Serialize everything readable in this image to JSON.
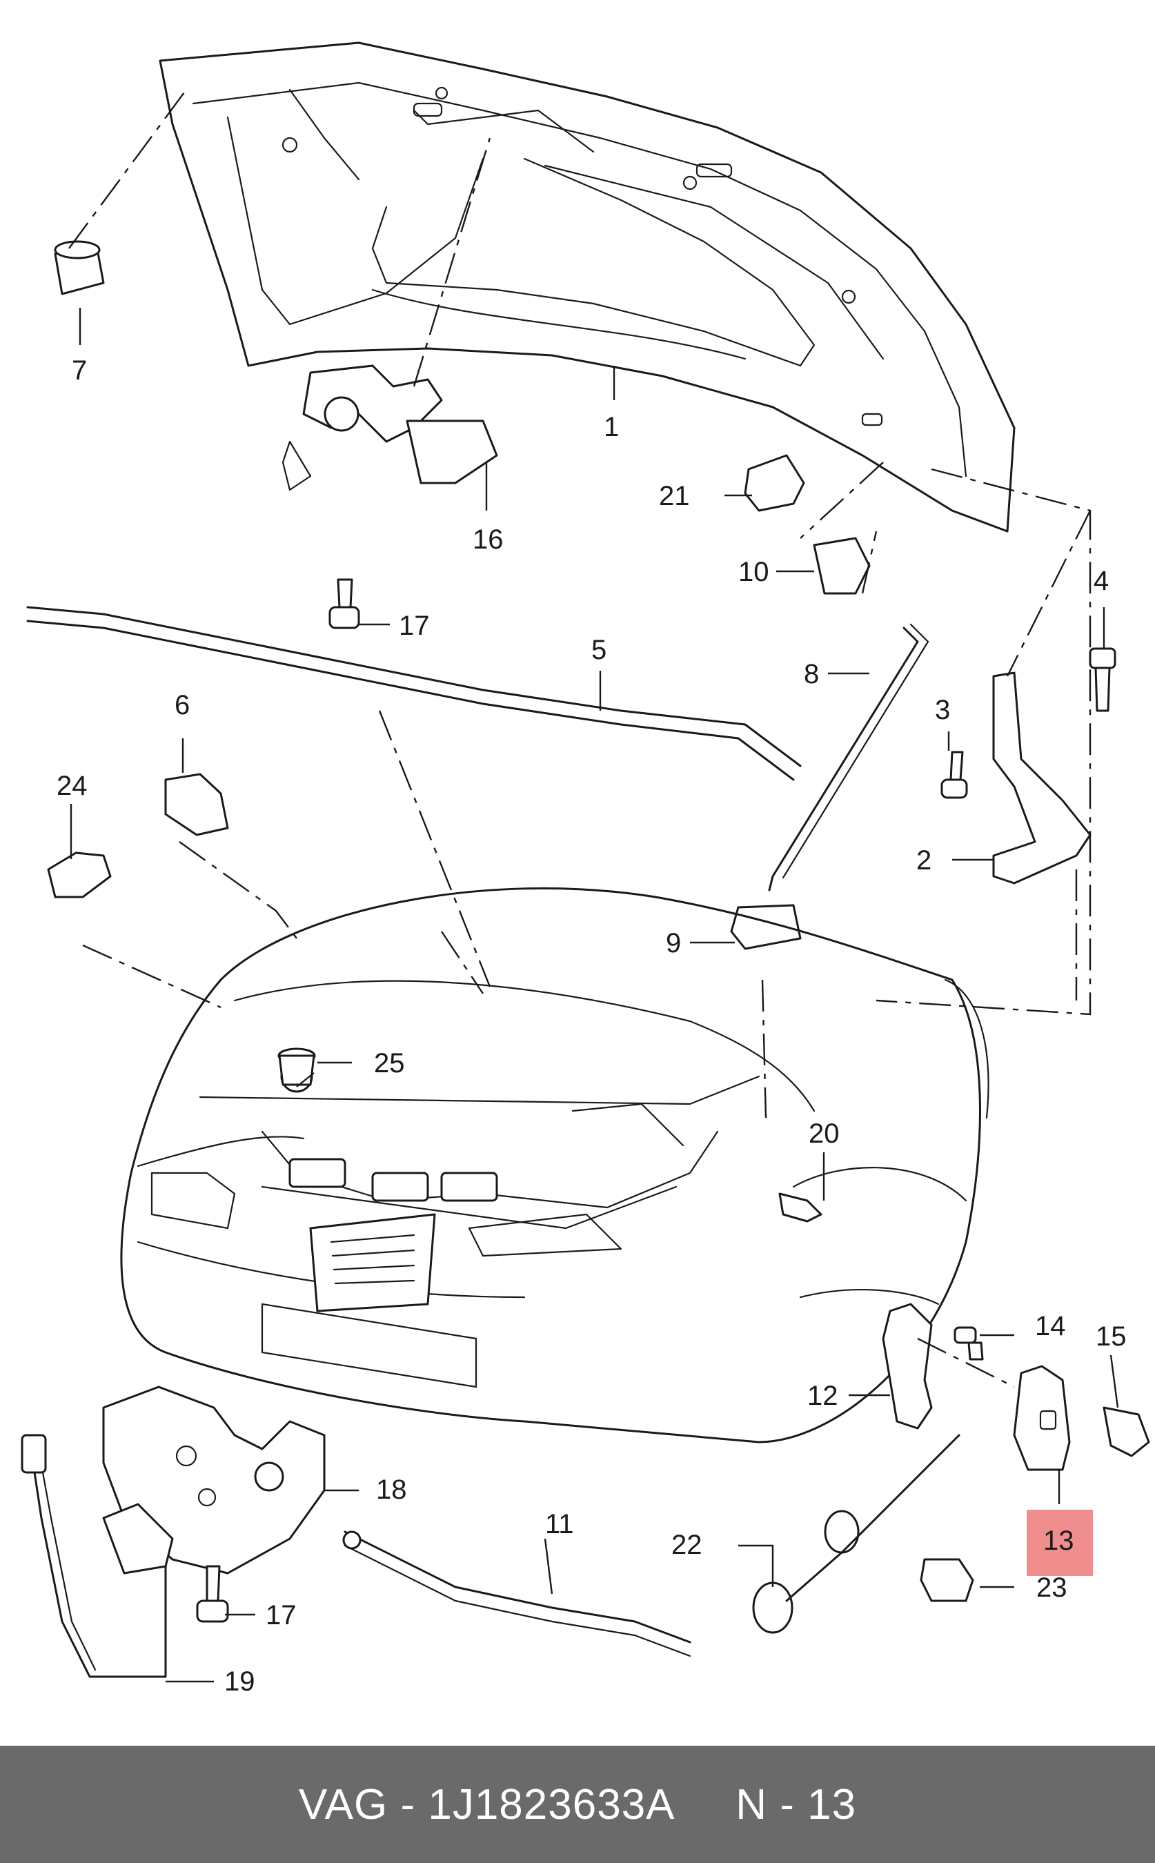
{
  "callouts": [
    {
      "id": "c1",
      "text": "1"
    },
    {
      "id": "c2",
      "text": "2"
    },
    {
      "id": "c3",
      "text": "3"
    },
    {
      "id": "c4",
      "text": "4"
    },
    {
      "id": "c5",
      "text": "5"
    },
    {
      "id": "c6",
      "text": "6"
    },
    {
      "id": "c7",
      "text": "7"
    },
    {
      "id": "c8",
      "text": "8"
    },
    {
      "id": "c9",
      "text": "9"
    },
    {
      "id": "c10",
      "text": "10"
    },
    {
      "id": "c11",
      "text": "11"
    },
    {
      "id": "c12",
      "text": "12"
    },
    {
      "id": "c13",
      "text": "13",
      "highlighted": true
    },
    {
      "id": "c14",
      "text": "14"
    },
    {
      "id": "c15",
      "text": "15"
    },
    {
      "id": "c16",
      "text": "16"
    },
    {
      "id": "c17a",
      "text": "17"
    },
    {
      "id": "c17b",
      "text": "17"
    },
    {
      "id": "c18",
      "text": "18"
    },
    {
      "id": "c19",
      "text": "19"
    },
    {
      "id": "c20",
      "text": "20"
    },
    {
      "id": "c21",
      "text": "21"
    },
    {
      "id": "c22",
      "text": "22"
    },
    {
      "id": "c23",
      "text": "23"
    },
    {
      "id": "c24",
      "text": "24"
    },
    {
      "id": "c25",
      "text": "25"
    }
  ],
  "highlight_color": "#f08d8d",
  "footer": {
    "brand": "VAG",
    "part_number": "1J1823633A",
    "position": "N - 13",
    "text": "VAG - 1J1823633A     N - 13"
  }
}
